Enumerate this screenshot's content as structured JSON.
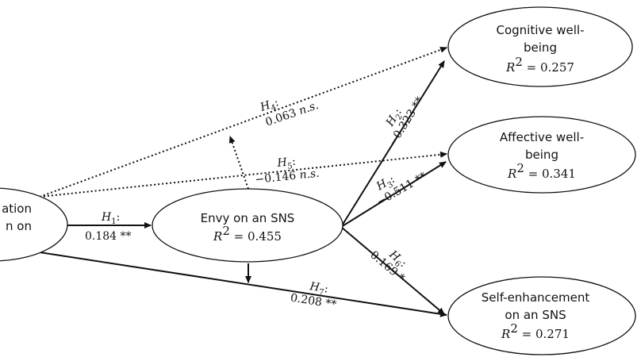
{
  "nodes": {
    "source": {
      "line1": "ation",
      "line2": "n on"
    },
    "envy": {
      "line1": "Envy on an SNS",
      "r2_label": "R",
      "r2_sup": "2",
      "r2_value": " = 0.455"
    },
    "cognitive": {
      "line1": "Cognitive well-",
      "line2": "being",
      "r2_label": "R",
      "r2_sup": "2",
      "r2_value": " = 0.257"
    },
    "affective": {
      "line1": "Affective well-",
      "line2": "being",
      "r2_label": "R",
      "r2_sup": "2",
      "r2_value": " = 0.341"
    },
    "selfenh": {
      "line1": "Self-enhancement",
      "line2": "on an SNS",
      "r2_label": "R",
      "r2_sup": "2",
      "r2_value": " = 0.271"
    }
  },
  "paths": {
    "h1": {
      "h": "H",
      "sub": "1",
      "colon": ":",
      "coef": "0.184",
      "sig": " **"
    },
    "h2": {
      "h": "H",
      "sub": "2",
      "colon": ":",
      "coef": "−0.323",
      "sig": " **"
    },
    "h3": {
      "h": "H",
      "sub": "3",
      "colon": ":",
      "coef": "−0.511",
      "sig": " **"
    },
    "h4": {
      "h": "H",
      "sub": "4",
      "colon": ":",
      "coef": "0.063 ",
      "sig": "n.s."
    },
    "h5": {
      "h": "H",
      "sub": "5",
      "colon": ":",
      "coef": "−0.146 ",
      "sig": "n.s."
    },
    "h6": {
      "h": "H",
      "sub": "6",
      "colon": ":",
      "coef": "0.169",
      "sig": " *"
    },
    "h7": {
      "h": "H",
      "sub": "7",
      "colon": ":",
      "coef": "0.208",
      "sig": " **"
    }
  }
}
